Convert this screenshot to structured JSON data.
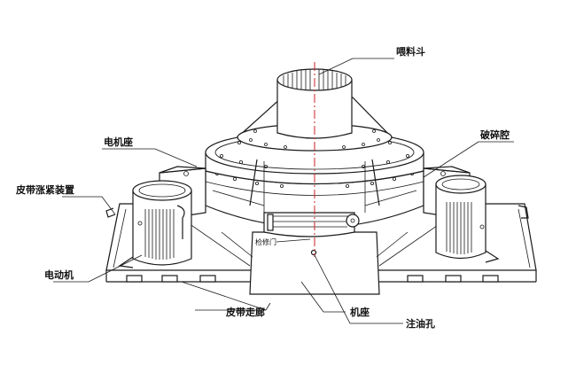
{
  "labels": {
    "hopper": "喂料斗",
    "motor_seat": "电机座",
    "crushing_chamber": "破碎腔",
    "belt_tensioner": "皮带涨紧装置",
    "motor": "电动机",
    "inspection_door": "检修门",
    "belt_corridor": "皮带走廊",
    "base": "机座",
    "oil_hole": "注油孔"
  },
  "colors": {
    "line": "#1a1a1a",
    "axis": "#cc2222",
    "background": "#ffffff"
  }
}
